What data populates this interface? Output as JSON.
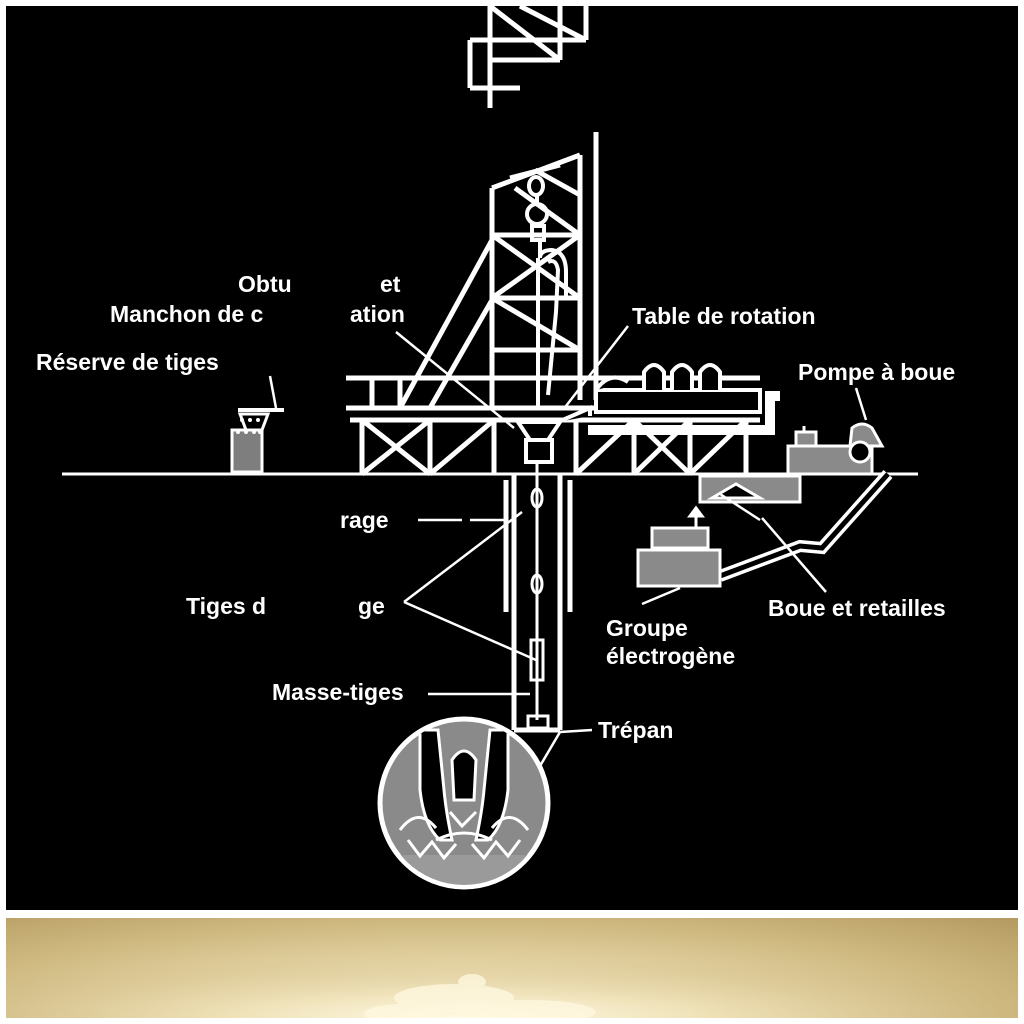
{
  "labels": {
    "obturateur": "Obtu",
    "obturateur_end": "et",
    "manchon": "Manchon de c",
    "manchon_end": "ation",
    "reserve": "Réserve de tiges",
    "table_rotation": "Table de rotation",
    "pompe": "Pompe à boue",
    "cuvelage": "rage",
    "tiges": "Tiges d",
    "tiges_end": "ge",
    "boue": "Boue et retailles",
    "groupe_1": "Groupe",
    "groupe_2": "électrogène",
    "masse_tiges": "Masse-tiges",
    "trepan": "Trépan"
  },
  "colors": {
    "diagram_background": "#000000",
    "line_color": "#ffffff",
    "machinery_gray": "#8a8a8a",
    "sky_light": "#f6efd4",
    "sky_dark": "#b49a60"
  }
}
